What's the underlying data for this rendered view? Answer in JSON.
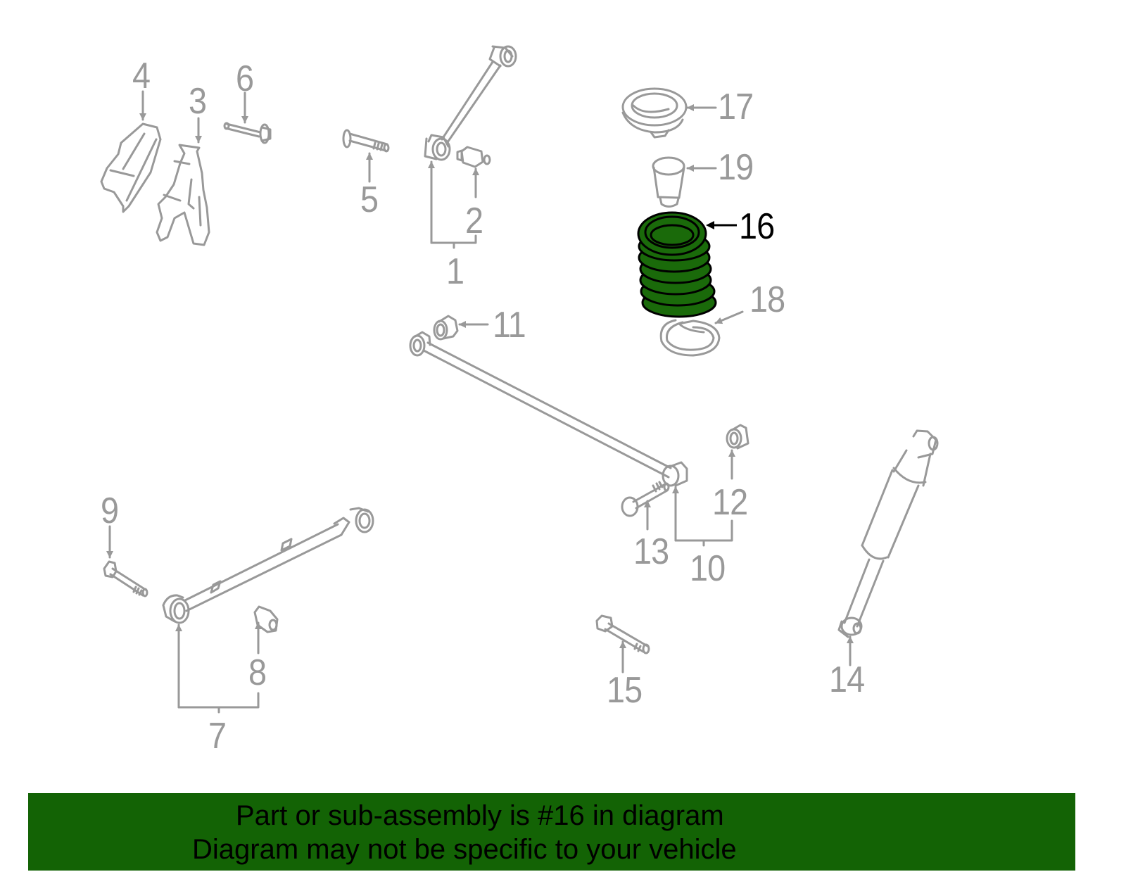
{
  "diagram": {
    "type": "exploded parts diagram",
    "highlighted_part": "16",
    "colors": {
      "part_gray": "#999999",
      "highlight_green": "#1a6a0a",
      "highlight_outline": "#000000",
      "banner_green": "#136305"
    },
    "callouts": [
      {
        "id": "1",
        "label": "1"
      },
      {
        "id": "2",
        "label": "2"
      },
      {
        "id": "3",
        "label": "3"
      },
      {
        "id": "4",
        "label": "4"
      },
      {
        "id": "5",
        "label": "5"
      },
      {
        "id": "6",
        "label": "6"
      },
      {
        "id": "7",
        "label": "7"
      },
      {
        "id": "8",
        "label": "8"
      },
      {
        "id": "9",
        "label": "9"
      },
      {
        "id": "10",
        "label": "10"
      },
      {
        "id": "11",
        "label": "11"
      },
      {
        "id": "12",
        "label": "12"
      },
      {
        "id": "13",
        "label": "13"
      },
      {
        "id": "14",
        "label": "14"
      },
      {
        "id": "15",
        "label": "15"
      },
      {
        "id": "16",
        "label": "16"
      },
      {
        "id": "17",
        "label": "17"
      },
      {
        "id": "18",
        "label": "18"
      },
      {
        "id": "19",
        "label": "19"
      }
    ]
  },
  "banner": {
    "line1": "Part or sub-assembly is #16 in diagram",
    "line2": "Diagram may not be specific to your vehicle"
  }
}
